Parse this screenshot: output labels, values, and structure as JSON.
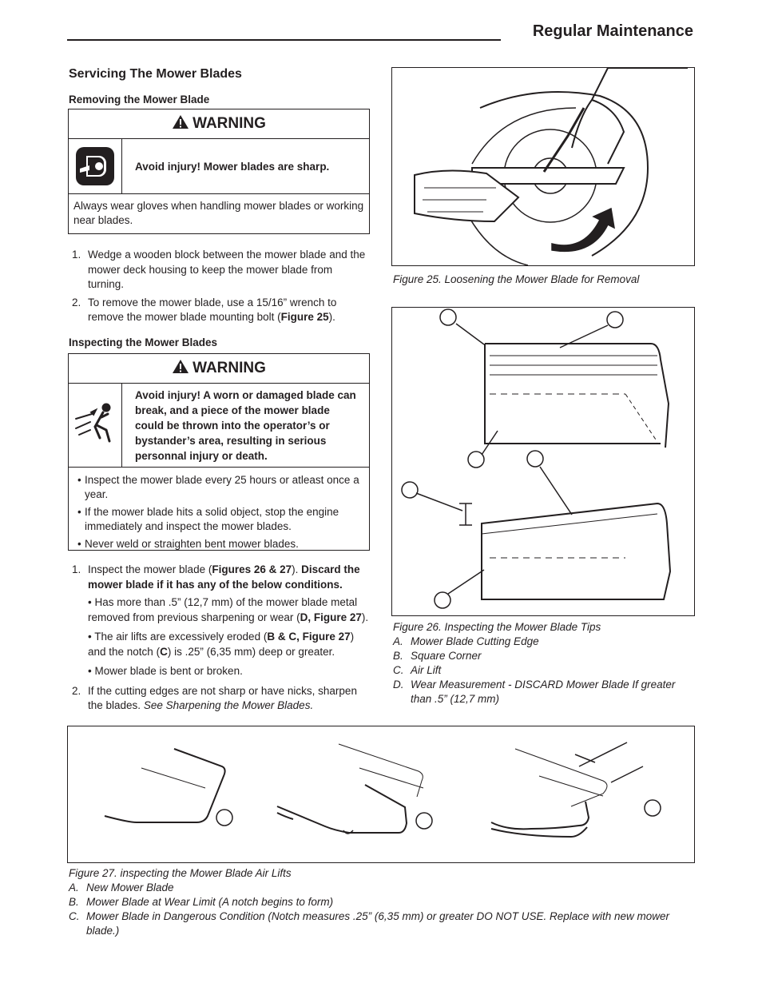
{
  "header": {
    "title": "Regular Maintenance"
  },
  "section_title": "Servicing The Mower Blades",
  "removing": {
    "heading": "Removing the Mower Blade",
    "warning": {
      "label": "WARNING",
      "icon": "hand-in-glove-icon",
      "message": "Avoid injury!  Mower blades are sharp.",
      "body": "Always wear gloves when handling mower blades or working near blades."
    },
    "steps": [
      {
        "num": "1.",
        "text": "Wedge a wooden block between the mower blade and the mower deck housing to keep the mower blade from turning."
      },
      {
        "num": "2.",
        "pre": "To remove the mower blade, use a 15/16” wrench to remove the mower blade mounting bolt (",
        "ref": "Figure 25",
        "post": ")."
      }
    ]
  },
  "inspecting": {
    "heading": "Inspecting the Mower Blades",
    "warning": {
      "label": "WARNING",
      "icon": "thrown-object-icon",
      "message": "Avoid injury!  A worn or damaged blade can break, and a piece of the mower blade could be thrown into the operator’s or bystander’s area, resulting in serious personnal injury or death.",
      "bullets": [
        "Inspect the mower blade every 25 hours or atleast once a year.",
        "If the mower blade hits a solid object, stop the engine immediately and inspect the mower blades.",
        "Never weld or straighten bent mower blades."
      ]
    },
    "step1": {
      "num": "1.",
      "pre": "Inspect the mower blade (",
      "ref": "Figures 26 & 27",
      "mid": "). ",
      "bold": "Discard the mower blade if it has any of the below conditions.",
      "subs": [
        {
          "pre": "• Has more than .5” (12,7 mm) of the mower blade metal removed from previous sharpening or wear (",
          "ref": "D, Figure 27",
          "post": ")."
        },
        {
          "pre": "• The air lifts are excessively eroded (",
          "ref": "B & C, Figure 27",
          "mid": ") and the notch (",
          "ref2": "C",
          "post": ") is .25” (6,35 mm) deep or greater."
        },
        {
          "pre": "• Mower blade is bent or broken."
        }
      ]
    },
    "step2": {
      "num": "2.",
      "pre": "If the cutting edges are not sharp or have nicks, sharpen the blades.  ",
      "italic": "See Sharpening the Mower Blades."
    }
  },
  "fig25": {
    "caption": "Figure 25.  Loosening the Mower Blade for Removal"
  },
  "fig26": {
    "caption": "Figure 26.  Inspecting the Mower Blade Tips",
    "items": [
      {
        "key": "A.",
        "text": "Mower Blade Cutting Edge"
      },
      {
        "key": "B.",
        "text": "Square Corner"
      },
      {
        "key": "C.",
        "text": "Air Lift"
      },
      {
        "key": "D.",
        "text": "Wear Measurement - DISCARD Mower Blade If greater than .5” (12,7 mm)"
      }
    ]
  },
  "fig27": {
    "caption": "Figure 27.  inspecting the Mower Blade Air Lifts",
    "items": [
      {
        "key": "A.",
        "text": "New Mower Blade"
      },
      {
        "key": "B.",
        "text": "Mower Blade at Wear Limit (A notch begins to form)"
      },
      {
        "key": "C.",
        "text": "Mower Blade in Dangerous Condition (Notch measures .25” (6,35 mm) or greater DO NOT USE. Replace with new mower blade.)"
      }
    ]
  }
}
